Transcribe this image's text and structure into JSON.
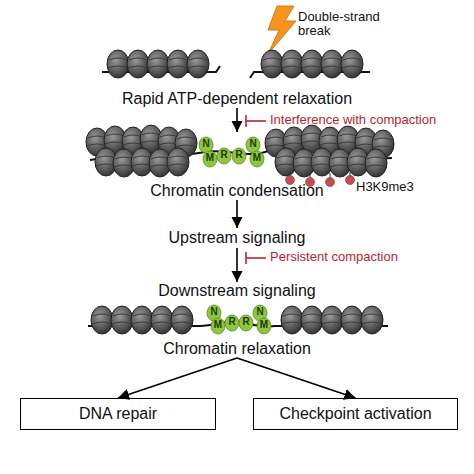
{
  "diagram": {
    "nodes": [
      {
        "text": [
          "Rapid ATP-dependent relaxation"
        ]
      },
      {
        "text": [
          "Chromatin condensation"
        ]
      },
      {
        "text": [
          "Upstream signaling"
        ]
      },
      {
        "text": [
          "Downstream signaling",
          "Chromatin relaxation"
        ]
      },
      {
        "text": [
          "DNA repair"
        ]
      },
      {
        "text": [
          "Checkpoint activation"
        ]
      }
    ],
    "edges": [
      {
        "from": 0,
        "to": 1,
        "arrow": "to"
      },
      {
        "from": 1,
        "to": 2,
        "arrow": "to"
      },
      {
        "from": 2,
        "to": 3,
        "arrow": "to"
      },
      {
        "from": 3,
        "to": 4,
        "arrow": "to"
      },
      {
        "from": 3,
        "to": 5,
        "arrow": "to"
      }
    ],
    "labels": [
      "Double-strand break",
      "Interference with compaction",
      "Persistent compaction",
      "H3K9me3",
      "N",
      "M",
      "R",
      "R",
      "N",
      "M",
      "N",
      "M",
      "R",
      "R",
      "N",
      "M"
    ]
  }
}
